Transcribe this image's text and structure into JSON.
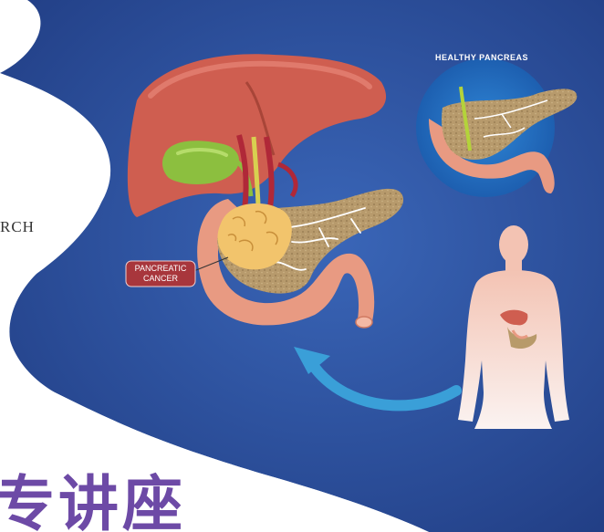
{
  "illustration": {
    "label_healthy": "HEALTHY PANCREAS",
    "label_cancer_line1": "PANCREATIC",
    "label_cancer_line2": "CANCER"
  },
  "page": {
    "side_text": "RCH",
    "cjk_title": "专讲座"
  },
  "colors": {
    "background_blue": "#2b4c95",
    "liver": "#cf5e50",
    "gallbladder": "#8cbf3f",
    "pancreas": "#b89a6a",
    "tumor": "#f2c46c",
    "duodenum": "#e89a82",
    "arrow": "#3a9fd8",
    "label_box": "#a8363c",
    "title_purple": "#6d4aa6"
  }
}
